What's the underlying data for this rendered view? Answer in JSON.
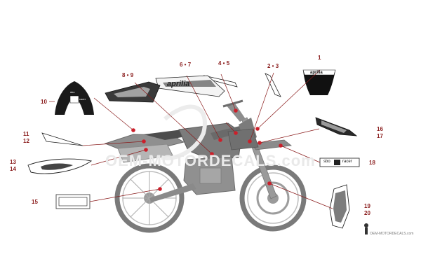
{
  "diagram": {
    "watermark_text": "OEM-MOTORDECALS.com",
    "footer_text": "OEM-MOTORDECALS.com",
    "decal_texts": {
      "seat_logo": "aprilia",
      "fender_rear": "sbo",
      "fender_rear2": "racer",
      "strip18_a": "sbo",
      "strip18_b": "racer",
      "tank": "aprilia"
    },
    "callouts": {
      "c1": "1",
      "c2_3": "2 • 3",
      "c4_5": "4 • 5",
      "c6_7": "6 • 7",
      "c8_9": "8 • 9",
      "c10": "10",
      "c11": "11",
      "c12": "12",
      "c13": "13",
      "c14": "14",
      "c15": "15",
      "c16": "16",
      "c17": "17",
      "c18": "18",
      "c19": "19",
      "c20": "20"
    },
    "colors": {
      "callout_text": "#8a1c1c",
      "leader_line": "#8a1c1c",
      "dot": "#cc1f2a",
      "bike_body": "#6b6b6b",
      "bike_light": "#a9a9a9"
    }
  }
}
